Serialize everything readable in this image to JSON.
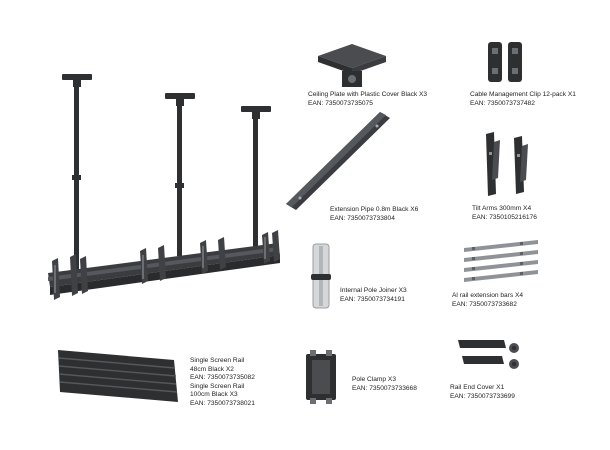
{
  "colors": {
    "metal_dark": "#2e2f31",
    "metal_mid": "#4a4c4f",
    "metal_light": "#6b6e72",
    "rail_silver": "#8f9296",
    "text": "#1e1e1e"
  },
  "components": [
    {
      "id": "ceiling_plate",
      "name": "Ceiling Plate with Plastic Cover Black X3",
      "ean": "EAN: 7350073735075"
    },
    {
      "id": "cable_clip",
      "name": "Cable Management Clip 12-pack X1",
      "ean": "EAN: 7350073737482"
    },
    {
      "id": "extension_pipe",
      "name": "Extension Pipe 0.8m Black X6",
      "ean": "EAN: 7350073733804"
    },
    {
      "id": "tilt_arms",
      "name": "Tilt Arms 300mm X4",
      "ean": "EAN: 7350105216176"
    },
    {
      "id": "pole_joiner",
      "name": "Internal Pole Joiner X3",
      "ean": "EAN: 7350073734191"
    },
    {
      "id": "al_rail_bars",
      "name": "Al rail extension bars X4",
      "ean": "EAN: 7350073733682"
    },
    {
      "id": "screen_rail",
      "lines": [
        "Single Screen Rail",
        "48cm Black X2",
        "EAN: 7350073735082",
        "Single Screen Rail",
        "100cm Black X3",
        "EAN: 7350073738021"
      ]
    },
    {
      "id": "pole_clamp",
      "name": "Pole Clamp X3",
      "ean": "EAN: 7350073733668"
    },
    {
      "id": "rail_end_cover",
      "name": "Rail End Cover X1",
      "ean": "EAN: 7350073733699"
    }
  ]
}
